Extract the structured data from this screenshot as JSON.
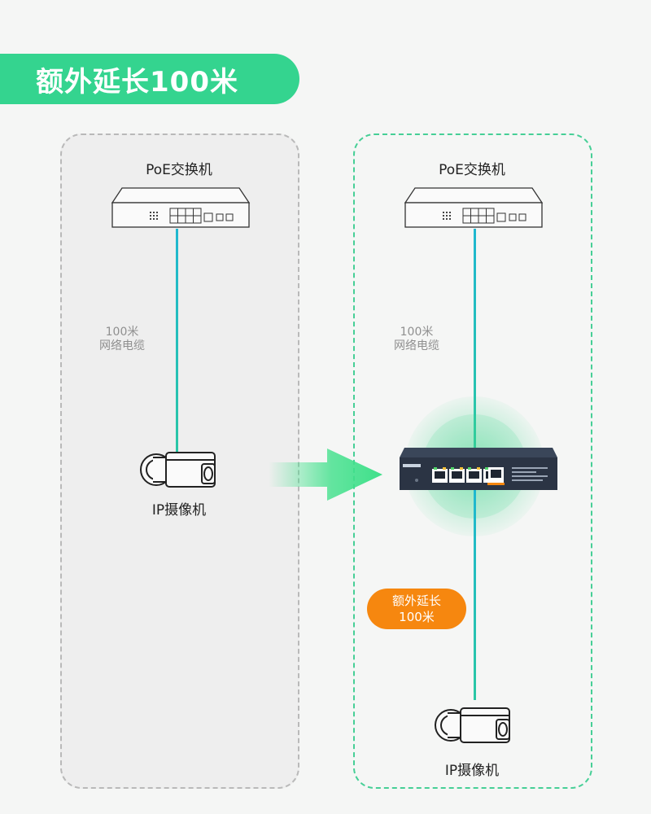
{
  "banner": {
    "title": "额外延长100米"
  },
  "left_panel": {
    "switch_title": "PoE交换机",
    "cable_label_line1": "100米",
    "cable_label_line2": "网络电缆",
    "camera_label": "IP摄像机"
  },
  "right_panel": {
    "switch_title": "PoE交换机",
    "cable_label_line1": "100米",
    "cable_label_line2": "网络电缆",
    "badge_line1": "额外延长",
    "badge_line2": "100米",
    "camera_label": "IP摄像机"
  },
  "colors": {
    "banner": "#34d48f",
    "right_border": "#46cf96",
    "cable": "#1fb7d0",
    "badge": "#f6870f",
    "arrow": "#3fe08a"
  },
  "icons": [
    "poe-switch-icon",
    "ip-camera-icon",
    "poe-extender-icon",
    "arrow-right-icon"
  ]
}
